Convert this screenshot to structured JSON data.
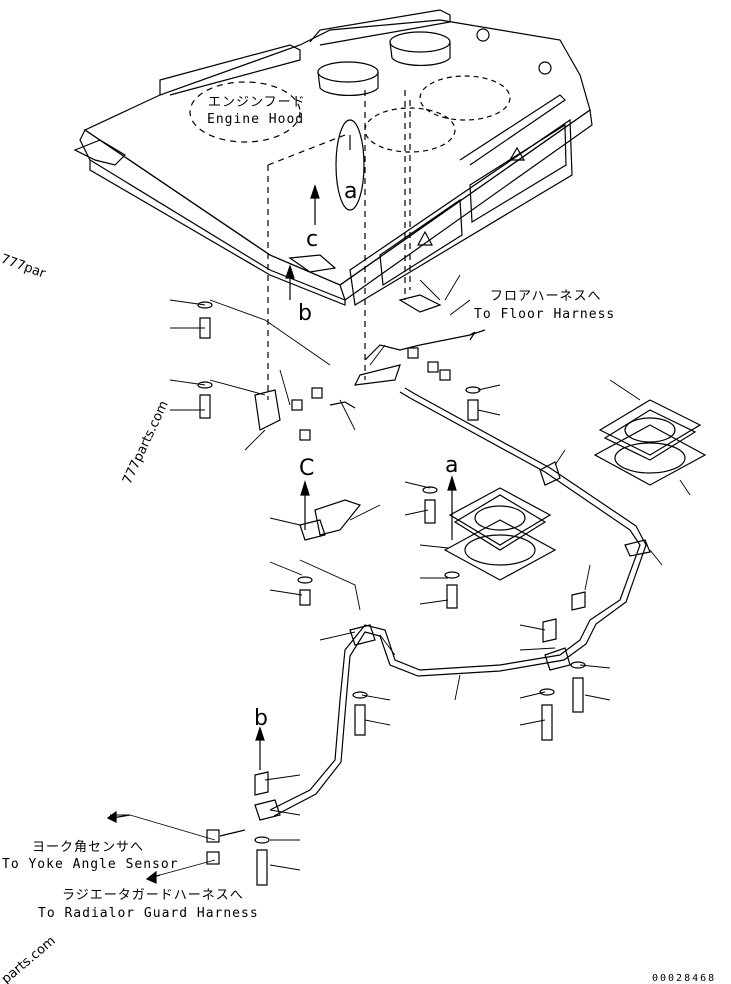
{
  "labels": {
    "engine_hood_jp": "エンジンフード",
    "engine_hood_en": "Engine Hood",
    "floor_harness_jp": "フロアハーネスへ",
    "floor_harness_en": "To Floor Harness",
    "yoke_sensor_jp": "ヨーク角センサへ",
    "yoke_sensor_en": "To Yoke Angle Sensor",
    "radiator_harness_jp": "ラジエータガードハーネスへ",
    "radiator_harness_en": "To Radialor Guard Harness"
  },
  "refs": {
    "a_top": "a",
    "a_mid": "a",
    "b_top": "b",
    "b_bot": "b",
    "c_top": "c",
    "c_mid": "C"
  },
  "watermarks": {
    "left_top": "777par",
    "left_mid": "777parts.com",
    "bottom_left": "parts.com"
  },
  "drawing_number": "00028468"
}
